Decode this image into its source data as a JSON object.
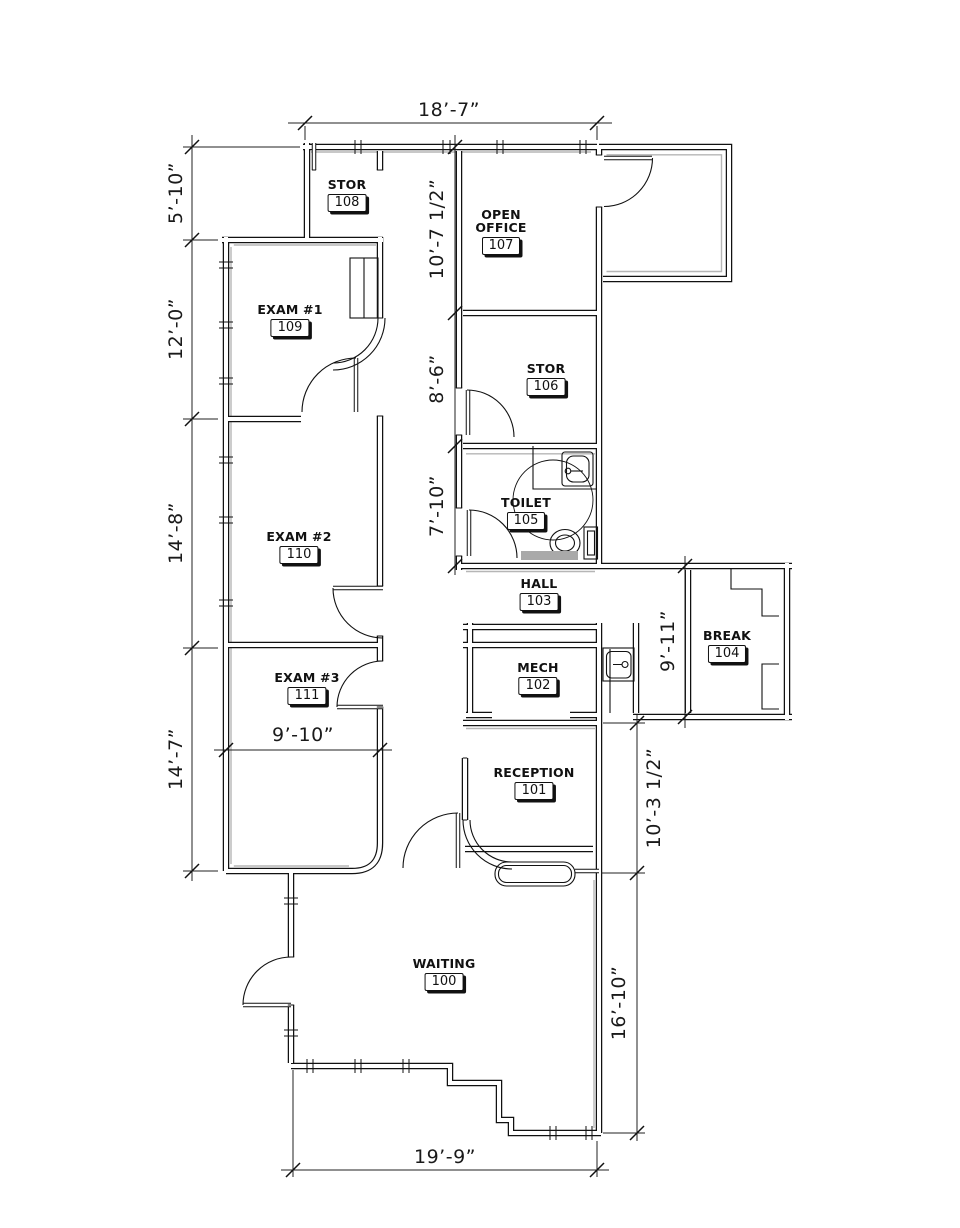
{
  "rooms": {
    "waiting": {
      "name": "WAITING",
      "number": "100"
    },
    "reception": {
      "name": "RECEPTION",
      "number": "101"
    },
    "mech": {
      "name": "MECH",
      "number": "102"
    },
    "hall": {
      "name": "HALL",
      "number": "103"
    },
    "break_room": {
      "name": "BREAK",
      "number": "104"
    },
    "toilet": {
      "name": "TOILET",
      "number": "105"
    },
    "stor_106": {
      "name": "STOR",
      "number": "106"
    },
    "open_office": {
      "name": "OPEN OFFICE",
      "number": "107"
    },
    "stor_108": {
      "name": "STOR",
      "number": "108"
    },
    "exam_1": {
      "name": "EXAM #1",
      "number": "109"
    },
    "exam_2": {
      "name": "EXAM #2",
      "number": "110"
    },
    "exam_3": {
      "name": "EXAM #3",
      "number": "111"
    }
  },
  "dimensions": {
    "top_width": "18’-7”",
    "left_seg_1": "5’-10”",
    "left_seg_2": "12’-0”",
    "left_seg_3": "14’-8”",
    "left_seg_4": "14’-7”",
    "mid_seg_1": "10’-7 1/2”",
    "mid_seg_2": "8’-6”",
    "mid_seg_3": "7’-10”",
    "break_depth": "9’-11”",
    "exam3_width": "9’-10”",
    "right_seg_1": "10’-3 1/2”",
    "right_seg_2": "16’-10”",
    "bottom_width": "19’-9”"
  },
  "colors": {
    "ink": "#111111",
    "shadow": "#b6b6b6",
    "background": "#ffffff"
  }
}
